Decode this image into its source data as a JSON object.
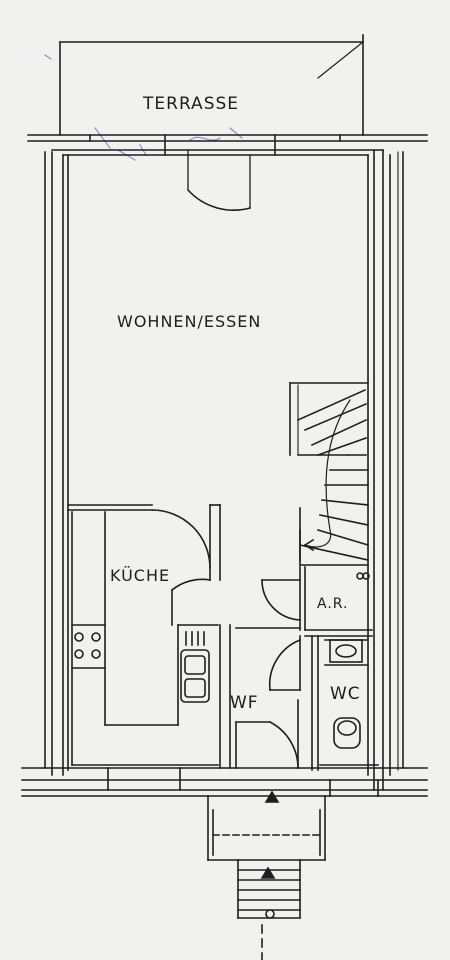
{
  "plan": {
    "rooms": {
      "terrasse": "TERRASSE",
      "wohnen_essen": "WOHNEN/ESSEN",
      "kueche": "KÜCHE",
      "abstellraum": "A.R.",
      "wc": "WC",
      "windfang": "WF"
    }
  },
  "colors": {
    "paper": "#f1f1f0",
    "ink": "#1e1e1e",
    "pencil_marks": "#3a3fa0"
  }
}
